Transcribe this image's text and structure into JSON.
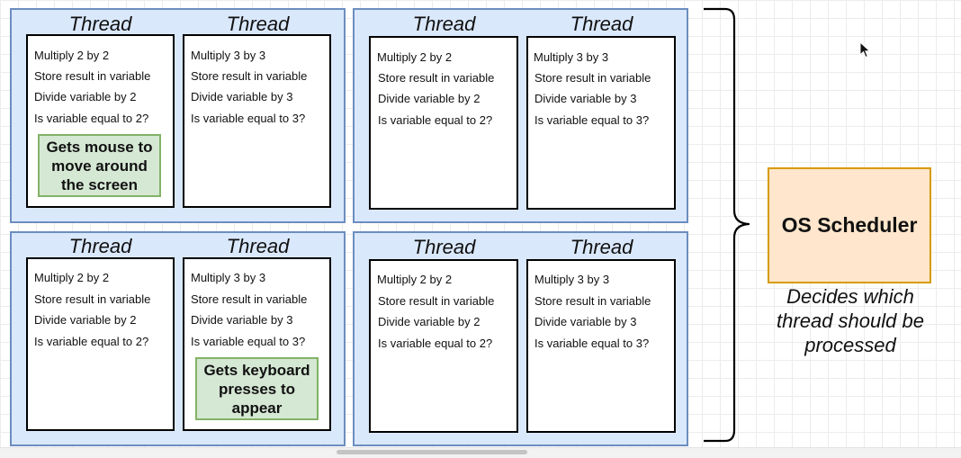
{
  "thread_label": "Thread",
  "thread_a": {
    "lines": [
      "Multiply 2 by 2",
      "Store result in variable",
      "Divide variable by 2",
      "Is variable equal to 2?"
    ]
  },
  "thread_b": {
    "lines": [
      "Multiply 3 by 3",
      "Store result in variable",
      "Divide variable by 3",
      "Is variable equal to 3?"
    ]
  },
  "notes": {
    "mouse": [
      "Gets mouse to",
      "move around",
      "the screen"
    ],
    "keyboard": [
      "Gets keyboard",
      "presses to",
      "appear"
    ]
  },
  "scheduler": {
    "title": "OS Scheduler",
    "caption": [
      "Decides which",
      "thread should be",
      "processed"
    ]
  },
  "colors": {
    "panel_fill": "#dae8fc",
    "panel_border": "#6c8ebf",
    "note_fill": "#d5e8d4",
    "note_border": "#82b366",
    "scheduler_fill": "#ffe6cc",
    "scheduler_border": "#d79b00"
  },
  "icons": [
    "mouse-pointer-icon"
  ]
}
